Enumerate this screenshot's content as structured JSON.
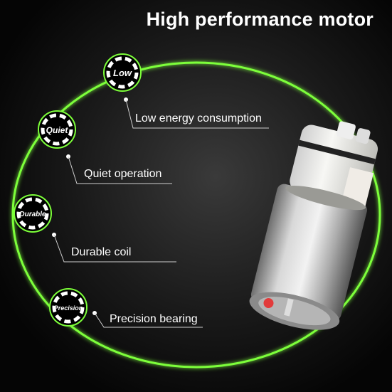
{
  "title": "High performance motor",
  "features": [
    {
      "badge": "Low",
      "label": "Low energy consumption"
    },
    {
      "badge": "Quiet",
      "label": "Quiet operation"
    },
    {
      "badge": "Durable",
      "label": "Durable coil"
    },
    {
      "badge": "Precision",
      "label": "Precision bearing"
    }
  ],
  "colors": {
    "ring": "#7dff3a",
    "text": "#ffffff",
    "background": "#0a0a0a"
  }
}
